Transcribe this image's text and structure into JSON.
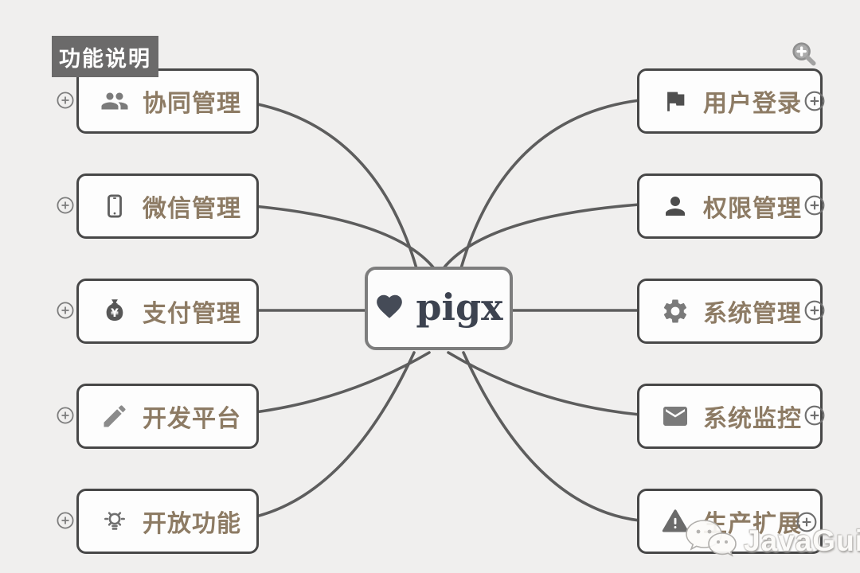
{
  "legend": {
    "label": "功能说明",
    "bg_color": "#6b6a6a",
    "text_color": "#ffffff"
  },
  "center_node": {
    "label": "pigx",
    "icon": "heart-icon",
    "text_color": "#3d4350"
  },
  "left_nodes": [
    {
      "label": "协同管理",
      "icon": "users-icon"
    },
    {
      "label": "微信管理",
      "icon": "tablet-icon"
    },
    {
      "label": "支付管理",
      "icon": "money-bag-icon"
    },
    {
      "label": "开发平台",
      "icon": "pencil-icon"
    },
    {
      "label": "开放功能",
      "icon": "lightbulb-icon"
    }
  ],
  "right_nodes": [
    {
      "label": "用户登录",
      "icon": "flag-icon"
    },
    {
      "label": "权限管理",
      "icon": "user-icon"
    },
    {
      "label": "系统管理",
      "icon": "gear-icon"
    },
    {
      "label": "系统监控",
      "icon": "envelope-icon"
    },
    {
      "label": "生产扩展",
      "icon": "warning-triangle-icon"
    }
  ],
  "controls": {
    "zoom_icon": "magnifier-plus-icon",
    "expander_icon": "plus-circle-icon"
  },
  "watermark": {
    "text": "JavaGuide",
    "icon": "wechat-icon"
  },
  "colors": {
    "background": "#f0efee",
    "node_border": "#474747",
    "node_fill": "#fdfdfd",
    "node_text": "#8d7b64",
    "link_line": "#5d5d5d",
    "center_border": "#7d7d7d"
  }
}
